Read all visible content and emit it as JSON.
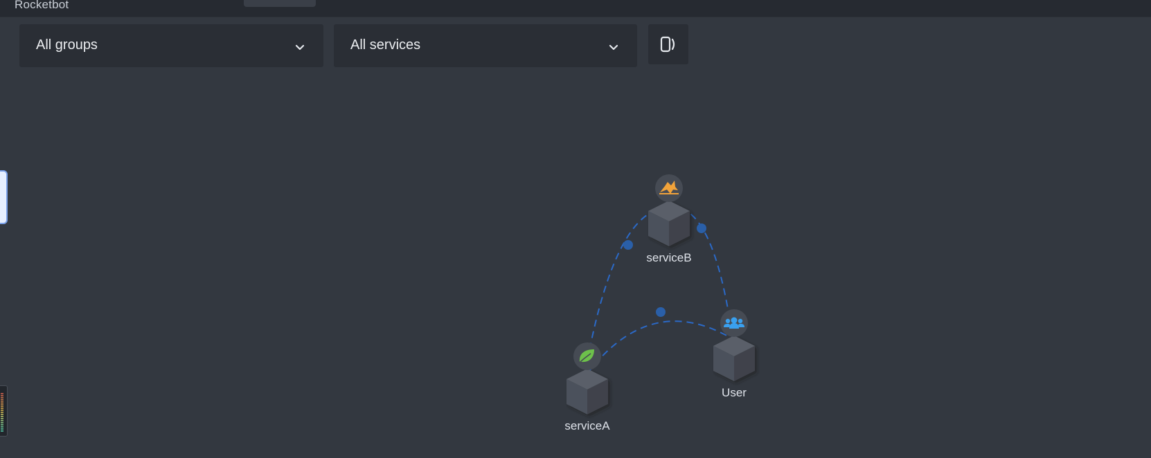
{
  "app": {
    "name": "Rocketbot"
  },
  "filters": {
    "group_select": {
      "value": "All groups"
    },
    "service_select": {
      "value": "All services"
    }
  },
  "toolbar": {
    "layout_toggle_icon": "device-toggle-icon"
  },
  "topology": {
    "colors": {
      "edge": "#2a6fd6",
      "edge_dot": "#2a5fa8",
      "node_top": "#5a5f69",
      "node_left": "#4c515b",
      "node_right": "#3f434c",
      "badge": "#464b54"
    },
    "nodes": [
      {
        "id": "serviceB",
        "label": "serviceB",
        "icon": "tomcat-icon",
        "icon_color": "#f2a33a"
      },
      {
        "id": "serviceA",
        "label": "serviceA",
        "icon": "spring-leaf-icon",
        "icon_color": "#6dc04b"
      },
      {
        "id": "user",
        "label": "User",
        "icon": "users-icon",
        "icon_color": "#3aa0ef"
      }
    ],
    "edges": [
      {
        "from": "serviceA",
        "to": "serviceB"
      },
      {
        "from": "serviceB",
        "to": "user"
      },
      {
        "from": "serviceA",
        "to": "user"
      }
    ]
  }
}
